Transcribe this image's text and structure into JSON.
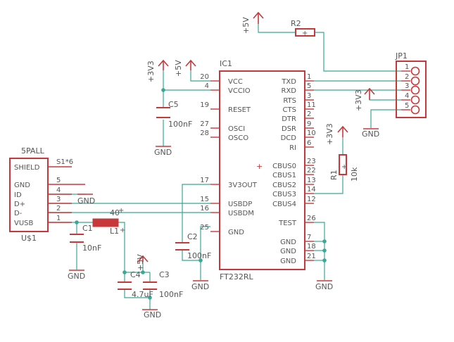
{
  "ic1": {
    "ref": "IC1",
    "value": "FT232RL",
    "left_pins": [
      {
        "name": "VCC",
        "num": "20"
      },
      {
        "name": "VCCIO",
        "num": "4"
      },
      {
        "name": "RESET",
        "num": "19"
      },
      {
        "name": "OSCI",
        "num": "27"
      },
      {
        "name": "OSCO",
        "num": "28"
      },
      {
        "name": "3V3OUT",
        "num": "17"
      },
      {
        "name": "USBDP",
        "num": "15"
      },
      {
        "name": "USBDM",
        "num": "16"
      },
      {
        "name": "GND",
        "num": "25"
      }
    ],
    "right_pins": [
      {
        "name": "TXD",
        "num": "1"
      },
      {
        "name": "RXD",
        "num": "5"
      },
      {
        "name": "RTS",
        "num": "3"
      },
      {
        "name": "CTS",
        "num": "11"
      },
      {
        "name": "DTR",
        "num": "2"
      },
      {
        "name": "DSR",
        "num": "9"
      },
      {
        "name": "DCD",
        "num": "10"
      },
      {
        "name": "RI",
        "num": "6"
      },
      {
        "name": "CBUS0",
        "num": "23"
      },
      {
        "name": "CBUS1",
        "num": "22"
      },
      {
        "name": "CBUS2",
        "num": "13"
      },
      {
        "name": "CBUS3",
        "num": "14"
      },
      {
        "name": "CBUS4",
        "num": "12"
      },
      {
        "name": "TEST",
        "num": "26"
      },
      {
        "name": "GND",
        "num": "7"
      },
      {
        "name": "GND",
        "num": "18"
      },
      {
        "name": "GND",
        "num": "21"
      }
    ]
  },
  "usb": {
    "ref": "U$1",
    "value": "5PALL",
    "shield_label": "SHIELD",
    "shield_pin": "S1*6",
    "pins": [
      {
        "name": "GND",
        "num": "5"
      },
      {
        "name": "ID",
        "num": "4"
      },
      {
        "name": "D+",
        "num": "3"
      },
      {
        "name": "D-",
        "num": "2"
      },
      {
        "name": "VUSB",
        "num": "1"
      }
    ]
  },
  "jp1": {
    "ref": "JP1",
    "pins": [
      "1",
      "2",
      "3",
      "4",
      "5"
    ]
  },
  "r2": {
    "ref": "R2"
  },
  "r1": {
    "ref": "R1",
    "value": "10k"
  },
  "c1": {
    "ref": "C1",
    "value": "10nF"
  },
  "c2": {
    "ref": "C2",
    "value": "100nF"
  },
  "c3": {
    "ref": "C3",
    "value": "100nF"
  },
  "c4": {
    "ref": "C4",
    "value": "4.7uF"
  },
  "c5": {
    "ref": "C5",
    "value": "100nF"
  },
  "l1": {
    "ref": "L1",
    "value": "40"
  },
  "power": {
    "p5v": "+5V",
    "p3v3": "+3V3",
    "gnd": "GND"
  }
}
